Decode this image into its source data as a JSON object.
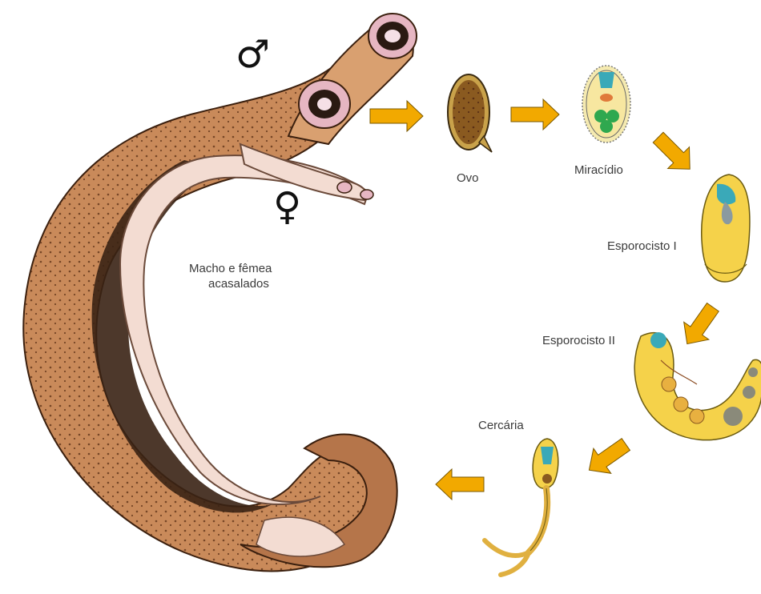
{
  "colors": {
    "worm_body": "#c98a5a",
    "worm_dark": "#8a4f2a",
    "worm_pale": "#f3dcd2",
    "arrow": "#f2a900",
    "arrow_outline": "#7a5800",
    "egg": "#c9a24a",
    "teal": "#3aa9b8",
    "green": "#2fa84f",
    "yellow": "#f5d24a"
  },
  "symbols": {
    "male": "♂",
    "female": "♀"
  },
  "labels": {
    "pair": [
      "Macho e fêmea",
      "acasalados"
    ],
    "egg": "Ovo",
    "miracidium": "Miracídio",
    "sporocyst1": "Esporocisto I",
    "sporocyst2": "Esporocisto II",
    "cercaria": "Cercária"
  }
}
